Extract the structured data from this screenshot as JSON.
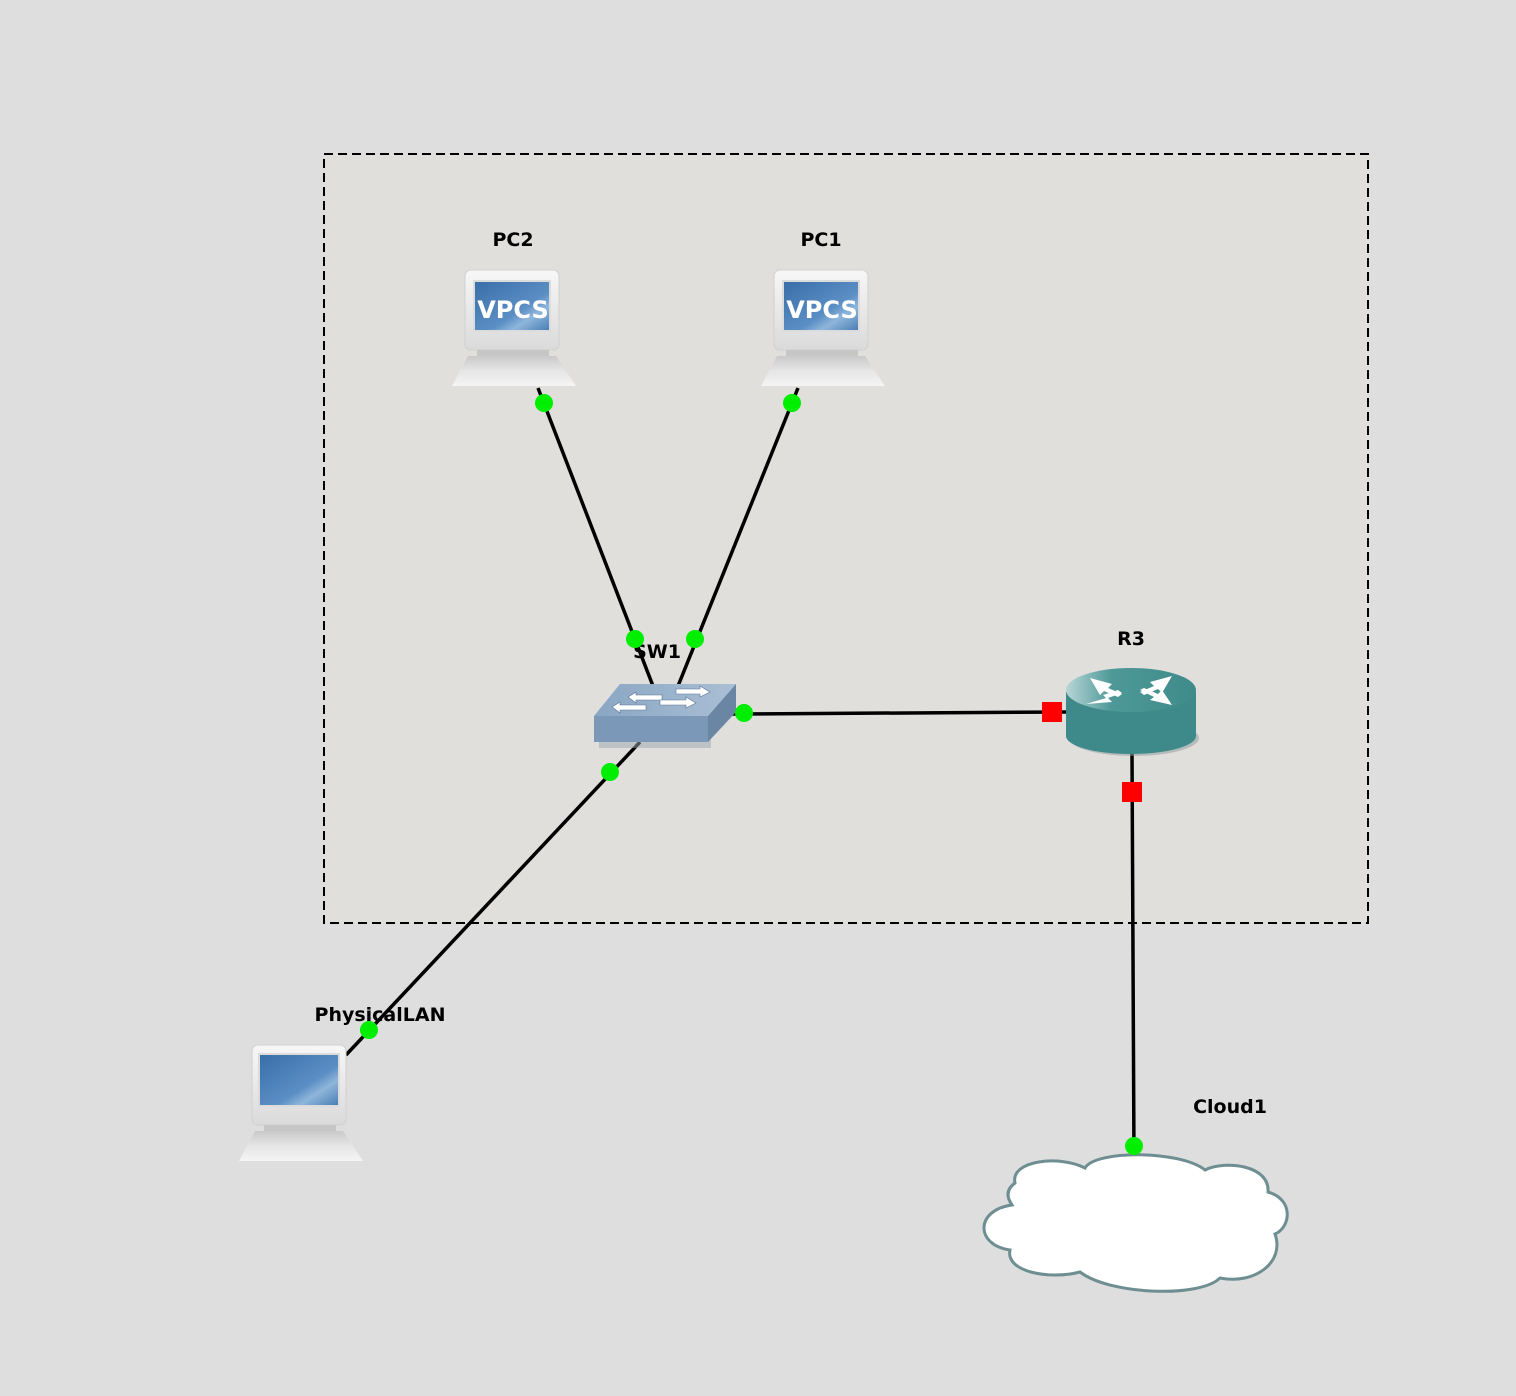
{
  "app": "network-topology-canvas",
  "colors": {
    "background": "#dedede",
    "group_fill": "#e0dfdc",
    "link": "#000000",
    "port_up": "#00ee00",
    "port_down": "#ff0000",
    "router": "#3e8a8a",
    "switch": "#7b98b8",
    "screen": "#4a7fb5",
    "cloud_fill": "#ffffff",
    "cloud_stroke": "#6e8e92"
  },
  "nodes": {
    "pc2": {
      "label": "PC2",
      "type": "vpcs",
      "screen_text": "VPCS"
    },
    "pc1": {
      "label": "PC1",
      "type": "vpcs",
      "screen_text": "VPCS"
    },
    "sw1": {
      "label": "SW1",
      "type": "ethernet-switch"
    },
    "r3": {
      "label": "R3",
      "type": "router"
    },
    "physical_lan": {
      "label": "PhysicalLAN",
      "type": "host"
    },
    "cloud1": {
      "label": "Cloud1",
      "type": "cloud"
    }
  },
  "links": [
    {
      "from": "PC2",
      "to": "SW1",
      "status": "up"
    },
    {
      "from": "PC1",
      "to": "SW1",
      "status": "up"
    },
    {
      "from": "SW1",
      "to": "R3",
      "status_from": "up",
      "status_to": "down"
    },
    {
      "from": "SW1",
      "to": "PhysicalLAN",
      "status": "up"
    },
    {
      "from": "R3",
      "to": "Cloud1",
      "status_from": "down",
      "status_to": "up"
    }
  ]
}
